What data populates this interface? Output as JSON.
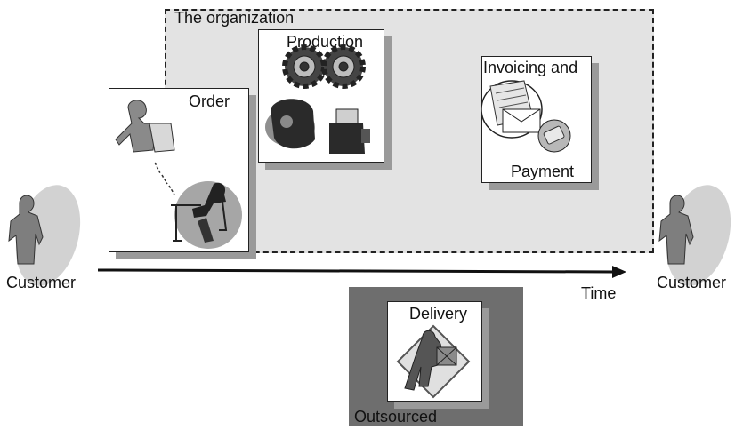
{
  "diagram": {
    "organization_label": "The organization",
    "order_label": "Order",
    "production_label": "Production",
    "invoicing_label_top": "Invoicing and",
    "invoicing_label_bottom": "Payment",
    "delivery_label": "Delivery",
    "outsourced_label": "Outsourced",
    "time_label": "Time",
    "customer_left_label": "Customer",
    "customer_right_label": "Customer"
  },
  "icons": [
    "customer-figure-icon",
    "office-worker-icon",
    "desk-worker-icon",
    "gears-icon",
    "pump-icon",
    "documents-icon",
    "money-icon",
    "delivery-person-icon"
  ]
}
